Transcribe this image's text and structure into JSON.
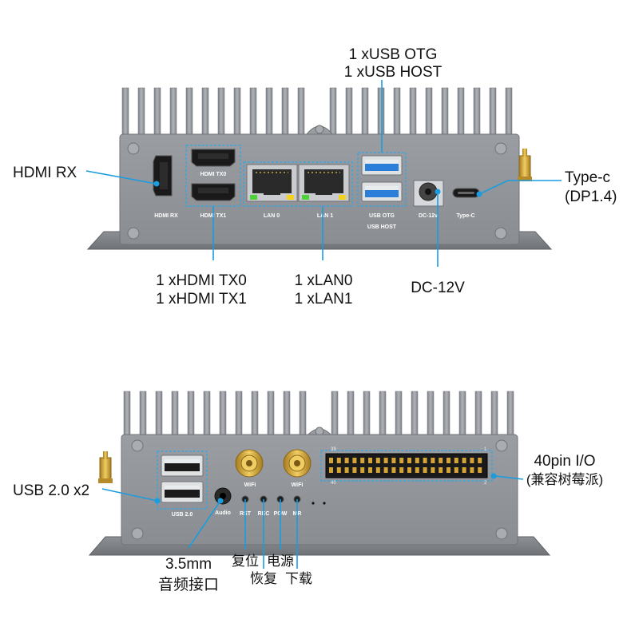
{
  "top_panel": {
    "ports": {
      "hdmi_rx": "HDMI RX",
      "hdmi_tx0": "HDMI TX0",
      "hdmi_tx1": "HDMI TX1",
      "lan0": "LAN 0",
      "lan1": "LAN 1",
      "usb_otg": "USB OTG",
      "usb_host": "USB HOST",
      "dc": "DC-12v",
      "typec": "Type-C"
    },
    "callouts": {
      "usb_line1": "1 xUSB OTG",
      "usb_line2": "1 xUSB HOST",
      "hdmi_rx": "HDMI RX",
      "typec_line1": "Type-c",
      "typec_line2": "(DP1.4)",
      "hdmi_tx_line1": "1 xHDMI TX0",
      "hdmi_tx_line2": "1 xHDMI TX1",
      "lan_line1": "1 xLAN0",
      "lan_line2": "1 xLAN1",
      "dc": "DC-12V"
    }
  },
  "bottom_panel": {
    "ports": {
      "usb20": "USB 2.0",
      "audio": "Audio",
      "wifi_left": "WiFi",
      "wifi_right": "WiFi",
      "rst": "RST",
      "rec": "REC",
      "pow": "POW",
      "mr": "MR",
      "pin_top_left": "39",
      "pin_top_right": "1",
      "pin_bottom_left": "40",
      "pin_bottom_right": "2"
    },
    "callouts": {
      "usb": "USB 2.0 x2",
      "audio_line1": "3.5mm",
      "audio_line2": "音频接口",
      "reset": "复位",
      "recovery": "恢复",
      "power": "电源",
      "download": "下载",
      "gpio_line1": "40pin I/O",
      "gpio_line2": "(兼容树莓派)"
    }
  },
  "colors": {
    "callout_line": "#1a9de0",
    "chassis": "#8b8e94",
    "usb3_blue": "#2b7fd8",
    "led_green": "#4fd13a",
    "led_yellow": "#f2d21b",
    "antenna_gold": "#d4a437"
  }
}
